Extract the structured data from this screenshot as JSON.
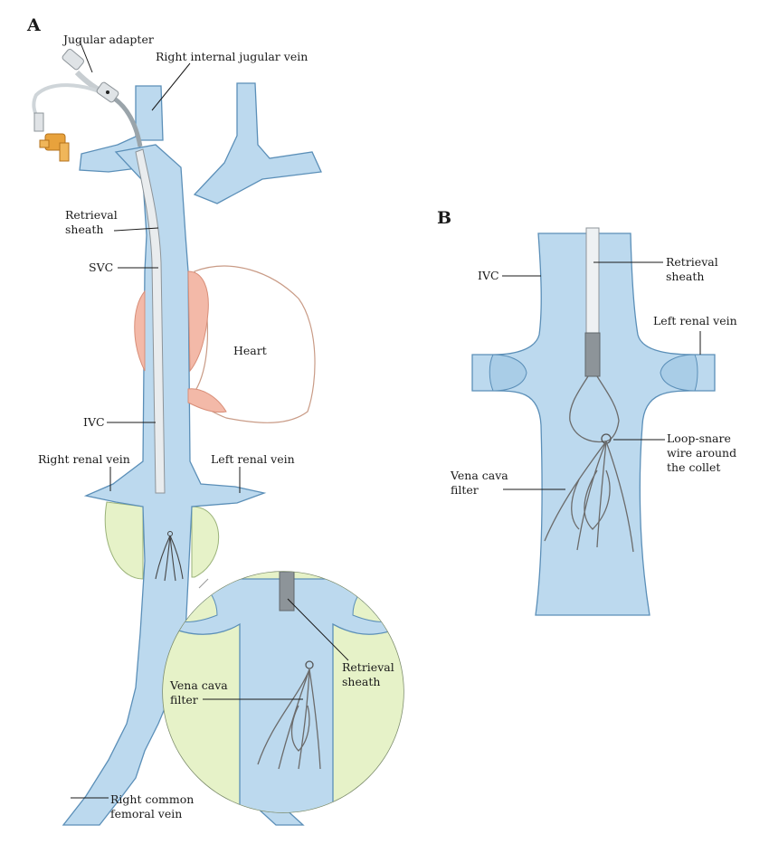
{
  "panels": {
    "a": "A",
    "b": "B"
  },
  "labels_a": {
    "jugular_adapter": "Jugular adapter",
    "right_ijv": "Right internal jugular vein",
    "retrieval_sheath_1": "Retrieval",
    "retrieval_sheath_2": "sheath",
    "svc": "SVC",
    "heart": "Heart",
    "ivc": "IVC",
    "right_renal": "Right renal vein",
    "left_renal": "Left renal vein",
    "inset_sheath_1": "Retrieval",
    "inset_sheath_2": "sheath",
    "inset_filter_1": "Vena cava",
    "inset_filter_2": "filter",
    "femoral_1": "Right common",
    "femoral_2": "femoral vein"
  },
  "labels_b": {
    "ivc": "IVC",
    "sheath_1": "Retrieval",
    "sheath_2": "sheath",
    "left_renal": "Left renal vein",
    "snare_1": "Loop-snare",
    "snare_2": "wire around",
    "snare_3": "the collet",
    "filter_1": "Vena cava",
    "filter_2": "filter"
  },
  "colors": {
    "vein": "#bcd9ee",
    "vein_edge": "#5b8fb8",
    "heart_tissue": "#f3b9a8",
    "kidney": "#e6f2c8",
    "sheath": "#e9ecee",
    "adapter_orange": "#e8a23c"
  }
}
